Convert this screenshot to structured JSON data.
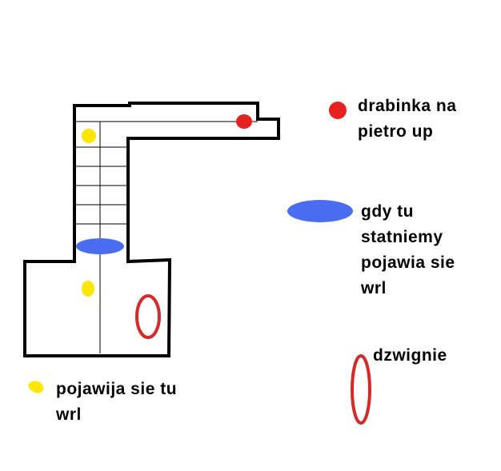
{
  "legend": {
    "ladder": {
      "lines": [
        "drabinka na",
        "pietro up"
      ],
      "color": "#e82020"
    },
    "arrival": {
      "lines": [
        "gdy tu",
        "statniemy",
        "pojawia sie",
        "wrl"
      ],
      "color": "#4a6cf0"
    },
    "levers": {
      "lines": [
        "dzwignie"
      ],
      "color": "#d42a2a"
    },
    "spawn": {
      "lines": [
        "pojawija sie tu",
        "wrl"
      ],
      "color": "#ffe600"
    }
  }
}
